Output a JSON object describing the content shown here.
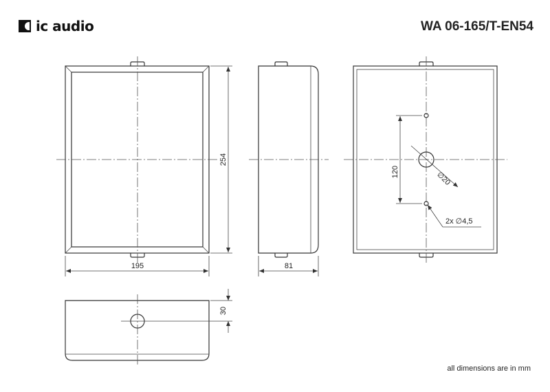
{
  "header": {
    "brand": "ic audio",
    "model": "WA 06-165/T-EN54"
  },
  "dimensions": {
    "width": "195",
    "height": "254",
    "depth": "81",
    "bottom_height": "30",
    "mount_spacing": "120",
    "cable_hole": "∅20",
    "mount_holes": "2x ∅4,5"
  },
  "footer": {
    "note": "all dimensions are in mm"
  },
  "icons": {
    "logo": "ic-audio-logo-icon"
  }
}
